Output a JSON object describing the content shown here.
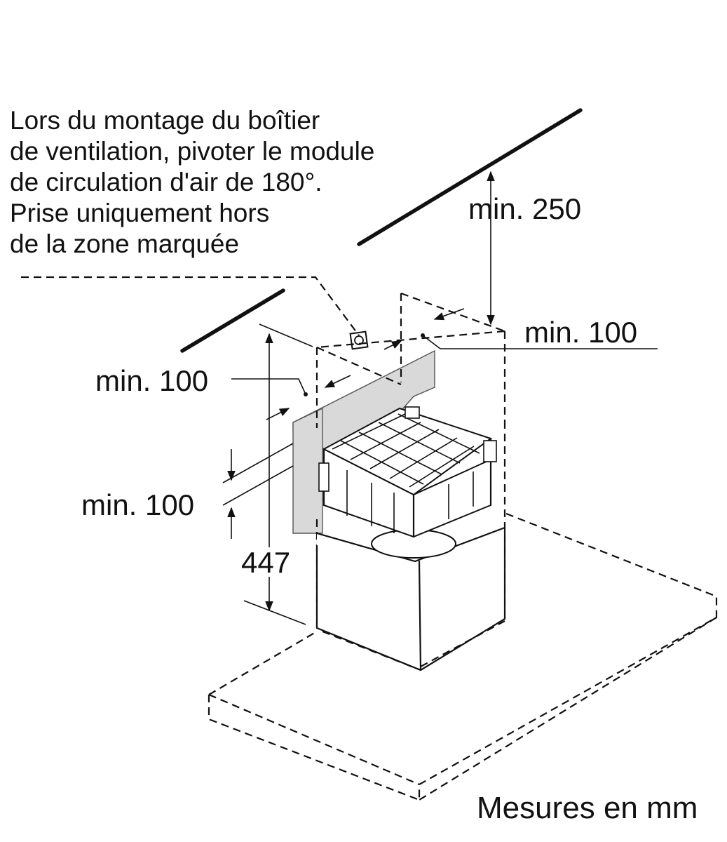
{
  "note": {
    "lines": [
      "Lors du montage du boîtier",
      "de ventilation, pivoter le module",
      "de circulation d'air de 180°.",
      "Prise uniquement hors",
      "de la zone marquée"
    ]
  },
  "dimensions": {
    "ceiling_clearance": "min. 250",
    "right_clearance": "min. 100",
    "left_clearance": "min. 100",
    "vertical_clearance": "min. 100",
    "height": "447"
  },
  "footer": {
    "units": "Mesures en mm"
  },
  "colors": {
    "line": "#111111",
    "marked_zone": "#d9d9d9",
    "module_fill": "#ffffff"
  }
}
